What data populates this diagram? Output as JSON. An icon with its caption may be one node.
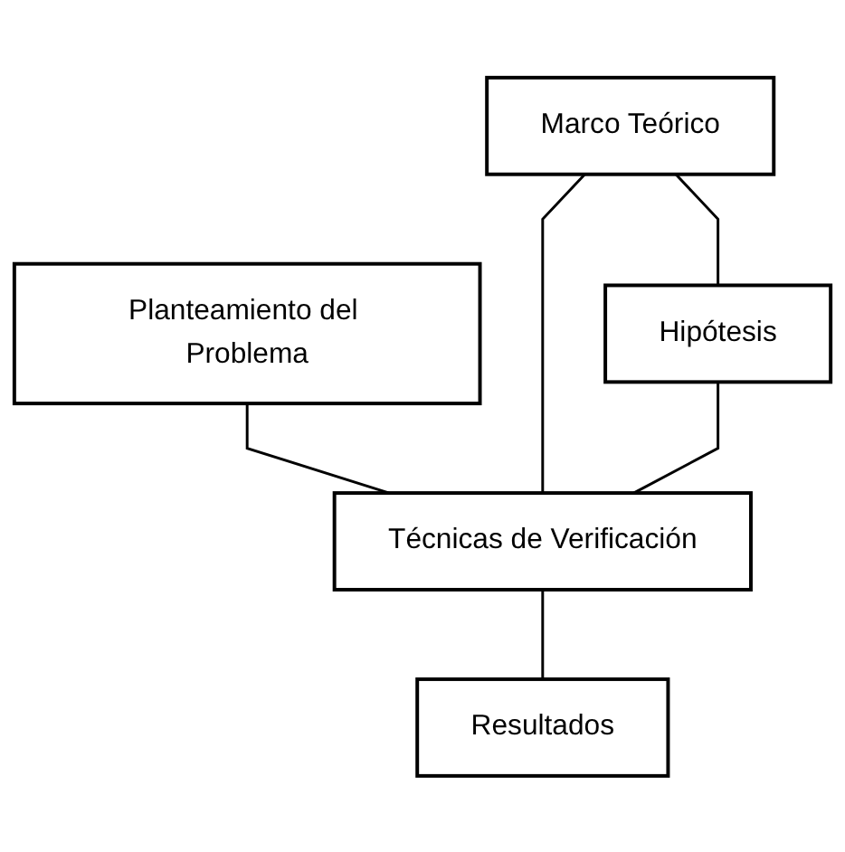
{
  "diagram": {
    "nodes": [
      {
        "text": [
          "Planteamiento del Problema"
        ]
      },
      {
        "text": [
          "Marco Teórico"
        ]
      },
      {
        "text": [
          "Hipótesis"
        ]
      },
      {
        "text": [
          "Técnicas de Verificación"
        ]
      },
      {
        "text": [
          "Resultados"
        ]
      }
    ],
    "edges": [
      {
        "from": 0,
        "to": 3,
        "arrow": "none"
      },
      {
        "from": 1,
        "to": 2,
        "arrow": "none"
      },
      {
        "from": 1,
        "to": 3,
        "arrow": "none"
      },
      {
        "from": 2,
        "to": 3,
        "arrow": "none"
      },
      {
        "from": 3,
        "to": 4,
        "arrow": "none"
      }
    ]
  }
}
